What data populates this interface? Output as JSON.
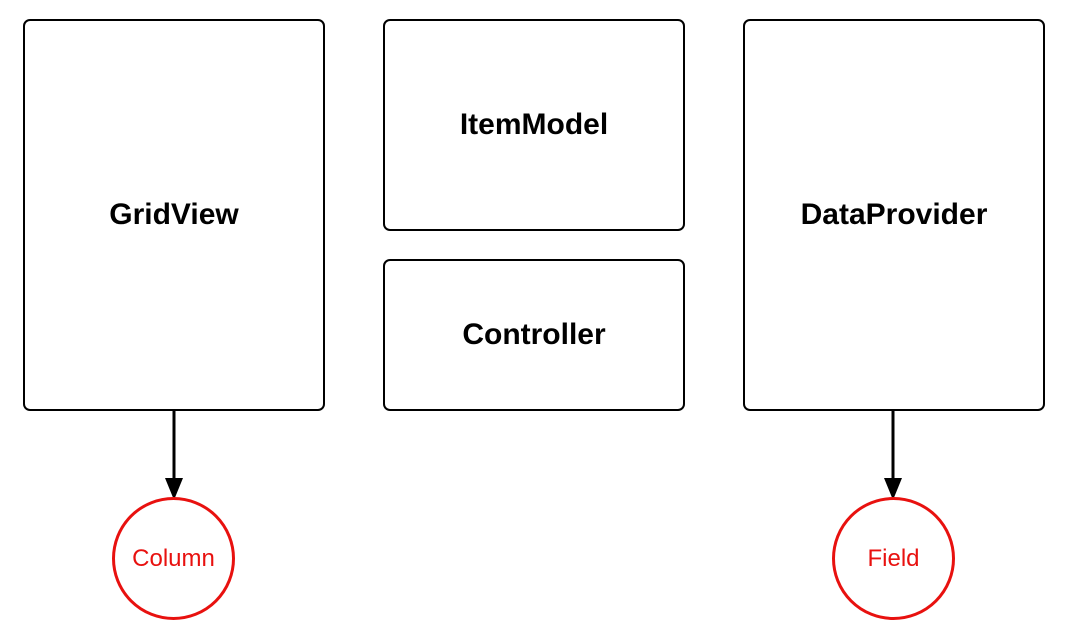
{
  "colors": {
    "box_border": "#000000",
    "circle_border": "#e8110f",
    "circle_text": "#e8110f",
    "arrow": "#000000"
  },
  "boxes": {
    "gridview": "GridView",
    "itemmodel": "ItemModel",
    "controller": "Controller",
    "dataprovider": "DataProvider"
  },
  "circles": {
    "column": "Column",
    "field": "Field"
  }
}
